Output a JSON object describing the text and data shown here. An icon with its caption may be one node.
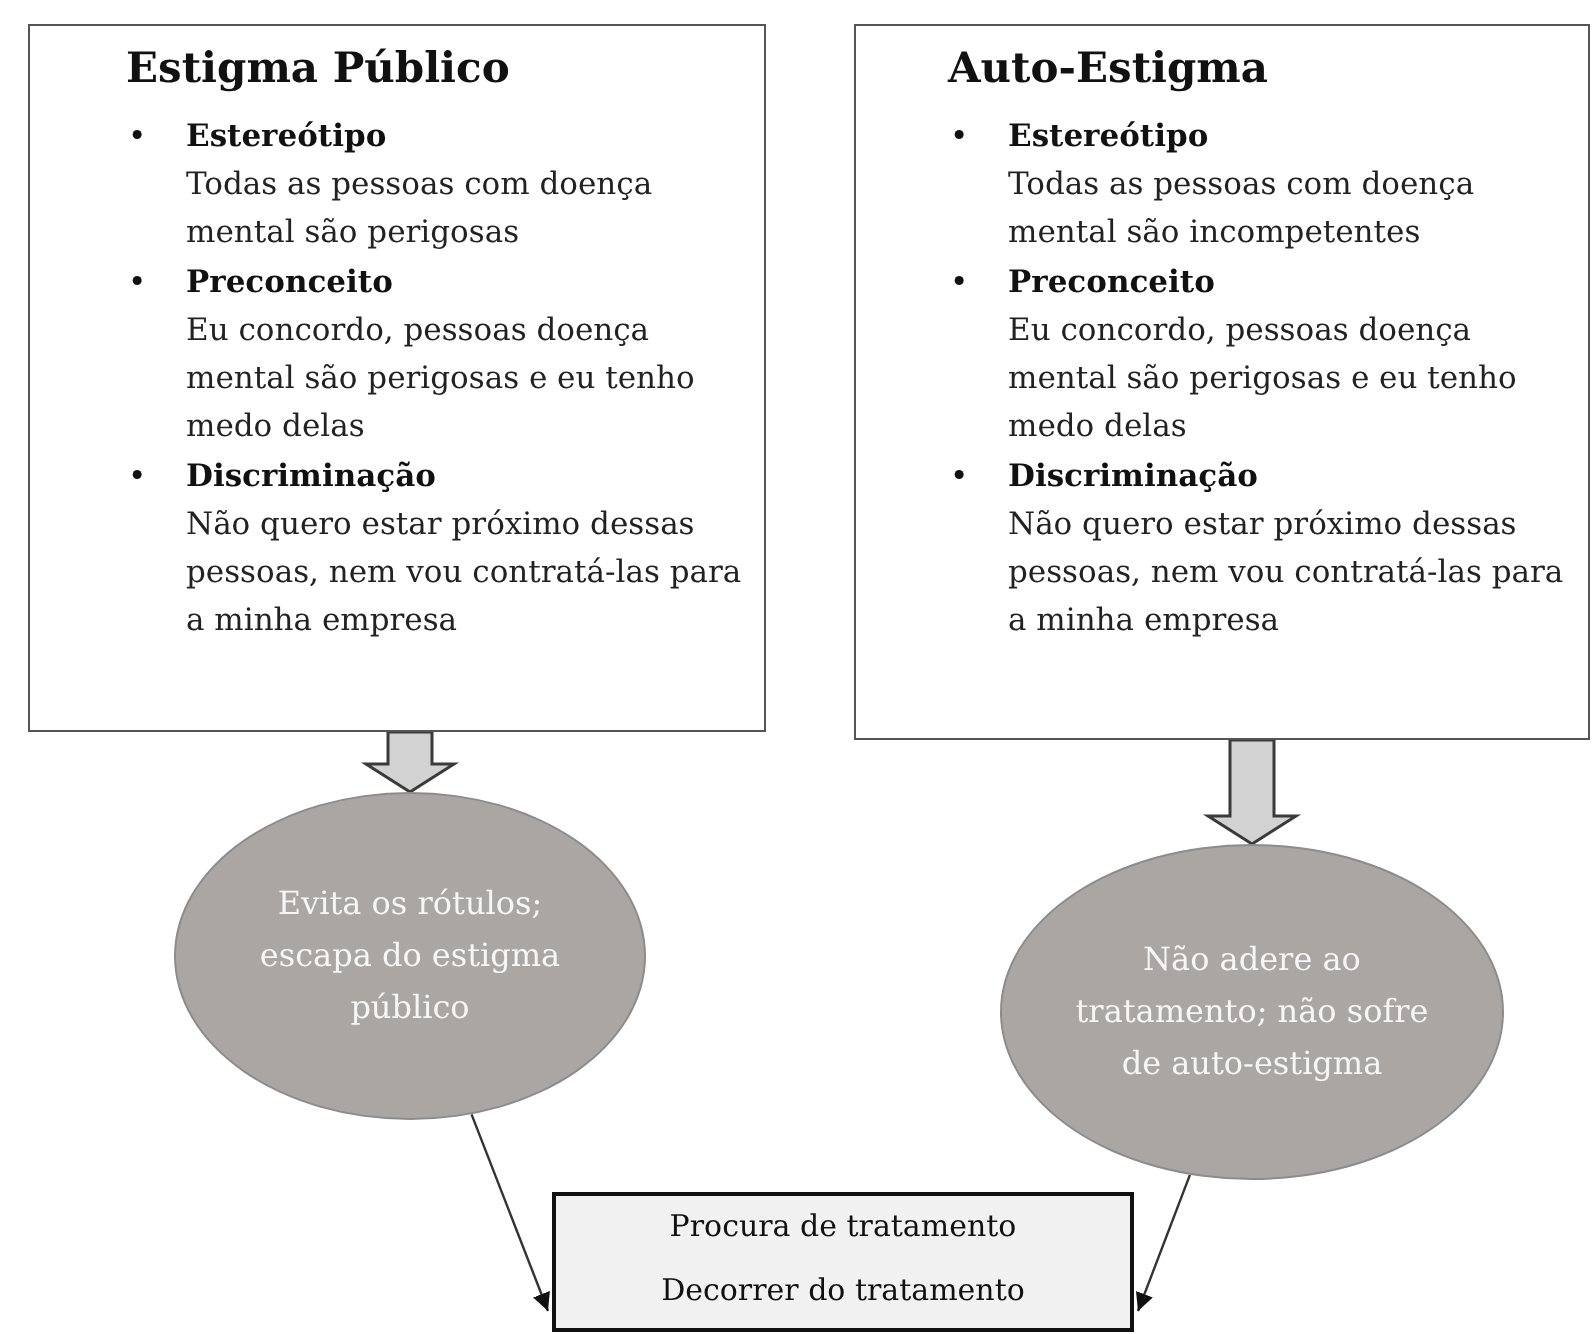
{
  "diagram": {
    "nodes": [
      {
        "text": [
          "Estigma Público",
          "•",
          "Estereótipo",
          "Todas as pessoas com doença mental são perigosas",
          "•",
          "Preconceito",
          "Eu concordo, pessoas doença mental são perigosas e eu tenho medo delas",
          "•",
          "Discriminação",
          "Não quero estar próximo dessas pessoas, nem vou contratá-las para a minha empresa"
        ]
      },
      {
        "text": [
          "Auto-Estigma",
          "•",
          "Estereótipo",
          "Todas as pessoas com doença mental são incompetentes",
          "•",
          "Preconceito",
          "Eu concordo, pessoas doença mental são perigosas e eu tenho medo delas",
          "•",
          "Discriminação",
          "Não quero estar próximo dessas pessoas, nem vou contratá-las para a minha empresa"
        ]
      },
      {
        "text": [
          "Evita os rótulos; escapa do estigma público"
        ]
      },
      {
        "text": [
          "Não adere ao tratamento; não sofre de auto-estigma"
        ]
      },
      {
        "text": [
          "Procura de tratamento",
          "Decorrer do tratamento"
        ]
      }
    ],
    "edges": [
      {
        "from": 0,
        "to": 2,
        "arrow": "to",
        "style": "thick"
      },
      {
        "from": 1,
        "to": 3,
        "arrow": "to",
        "style": "thick"
      },
      {
        "from": 2,
        "to": 4,
        "arrow": "to"
      },
      {
        "from": 3,
        "to": 4,
        "arrow": "to"
      }
    ]
  }
}
